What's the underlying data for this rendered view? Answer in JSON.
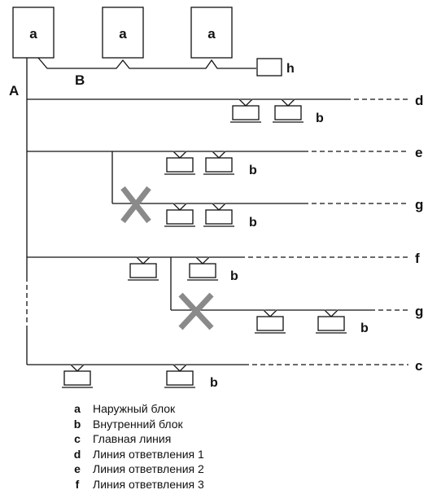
{
  "units": {
    "outdoor_label": "a",
    "indoor_label": "b",
    "extra_unit_label": "h"
  },
  "pipes": {
    "main_pipe_label": "A",
    "link_pipe_label": "B"
  },
  "lines": {
    "main": "c",
    "branch_1": "d",
    "branch_2": "e",
    "branch_3": "f",
    "invalid_branch": "g"
  },
  "colors": {
    "line": "#111111",
    "cross": "#8a8a8a"
  },
  "legend": [
    {
      "key": "a",
      "text": "Наружный блок"
    },
    {
      "key": "b",
      "text": "Внутренний блок"
    },
    {
      "key": "c",
      "text": "Главная линия"
    },
    {
      "key": "d",
      "text": "Линия ответвления 1"
    },
    {
      "key": "e",
      "text": "Линия ответвления 2"
    },
    {
      "key": "f",
      "text": "Линия ответвления 3"
    }
  ]
}
